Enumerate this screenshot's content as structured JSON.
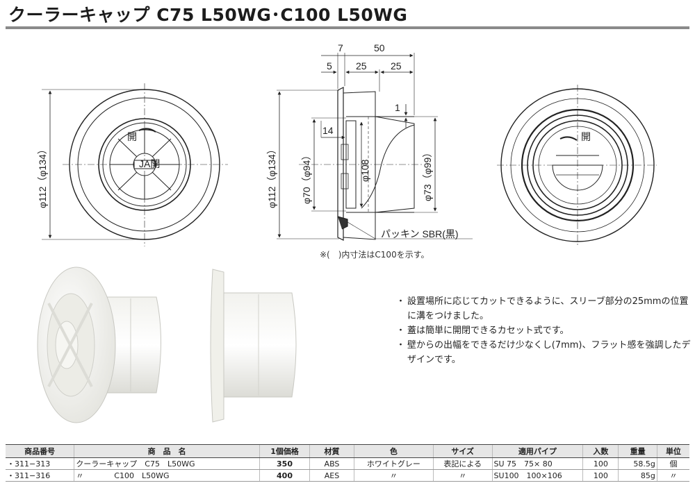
{
  "title": "クーラーキャップ C75 L50WG･C100 L50WG",
  "dimensions": {
    "front_outer": "φ112（φ134）",
    "side_outer": "φ112（φ134）",
    "side_inner1": "φ70（φ94）",
    "side_mid": "φ108",
    "side_right": "φ73（φ99）",
    "top_7": "7",
    "top_50": "50",
    "top_5": "5",
    "top_25a": "25",
    "top_25b": "25",
    "left_14": "14",
    "right_1": "1",
    "gasket": "パッキン SBR(黒)"
  },
  "cap_labels": {
    "front_badge": "JA開",
    "front_open": "開",
    "back_open": "開"
  },
  "note": "※(　)内寸法はC100を示す。",
  "features": [
    "設置場所に応じてカットできるように、スリーブ部分の25mmの位置に溝をつけました。",
    "蓋は簡単に開閉できるカセット式です。",
    "壁からの出幅をできるだけ少なくし(7mm)、フラット感を強調したデザインです。"
  ],
  "table": {
    "headers": [
      "商品番号",
      "商　品　名",
      "1個価格",
      "材質",
      "色",
      "サイズ",
      "適用パイプ",
      "入数",
      "重量",
      "単位"
    ],
    "rows": [
      [
        "・311−313",
        "クーラーキャップ　C75　L50WG",
        "350",
        "ABS",
        "ホワイトグレー",
        "表記による",
        "SU 75　75× 80",
        "100",
        "58.5g",
        "個"
      ],
      [
        "・311−316",
        "〃　　　　C100　L50WG",
        "400",
        "AES",
        "〃",
        "〃",
        "SU100　100×106",
        "100",
        "85g",
        "〃"
      ]
    ]
  }
}
